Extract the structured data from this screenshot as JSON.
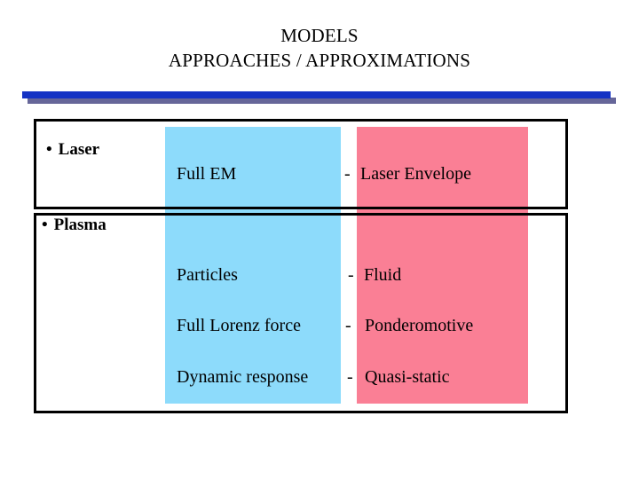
{
  "slide": {
    "title_lines": [
      "MODELS",
      "APPROACHES / APPROXIMATIONS"
    ],
    "colors": {
      "rule_main": "#1533C4",
      "rule_shadow": "#666699",
      "band_left": "#8DDBFB",
      "band_right": "#FA7F95",
      "text": "#000000",
      "background": "#FFFFFF",
      "box_border": "#000000"
    },
    "sections": [
      {
        "bullet_marker": "•",
        "bullet_label": "Laser",
        "rows": [
          {
            "left": "Full EM",
            "separator": "-",
            "right": "Laser Envelope"
          }
        ]
      },
      {
        "bullet_marker": "•",
        "bullet_label": "Plasma",
        "rows": [
          {
            "left": "Particles",
            "separator": "-",
            "right": "Fluid"
          },
          {
            "left": "Full Lorenz force",
            "separator": "-",
            "right": "Ponderomotive"
          },
          {
            "left": "Dynamic response",
            "separator": "-",
            "right": "Quasi-static"
          }
        ]
      }
    ]
  }
}
